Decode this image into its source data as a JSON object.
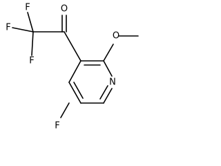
{
  "molecule": {
    "atoms": {
      "f1": "F",
      "f2": "F",
      "f3": "F",
      "o_carbonyl": "O",
      "o_methoxy": "O",
      "n_ring": "N",
      "f_ring": "F"
    }
  },
  "colors": {
    "bond": "#000000",
    "label": "#000000",
    "background": "#ffffff"
  }
}
